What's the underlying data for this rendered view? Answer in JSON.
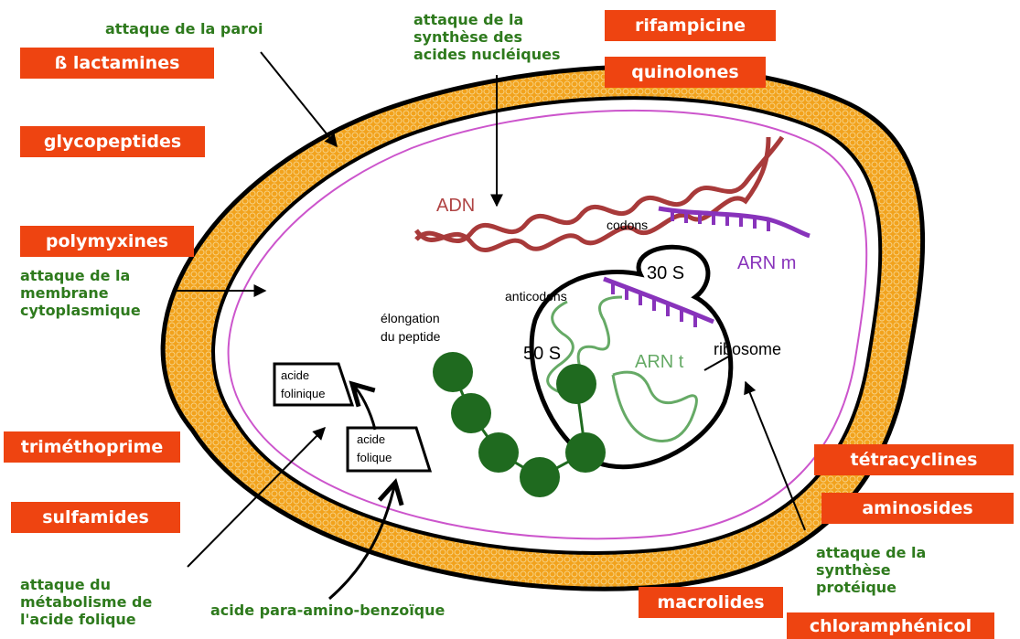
{
  "drug_classes": [
    {
      "key": "b_lactamines",
      "label": "ß lactamines"
    },
    {
      "key": "glycopeptides",
      "label": "glycopeptides"
    },
    {
      "key": "polymyxines",
      "label": "polymyxines"
    },
    {
      "key": "trimethoprime",
      "label": "triméthoprime"
    },
    {
      "key": "sulfamides",
      "label": "sulfamides"
    },
    {
      "key": "rifampicine",
      "label": "rifampicine"
    },
    {
      "key": "quinolones",
      "label": "quinolones"
    },
    {
      "key": "tetracyclines",
      "label": "tétracyclines"
    },
    {
      "key": "aminosides",
      "label": "aminosides"
    },
    {
      "key": "macrolides",
      "label": "macrolides"
    },
    {
      "key": "chloramphenicol",
      "label": "chloramphénicol"
    }
  ],
  "targets": {
    "paroi": "attaque de la paroi",
    "acides_nucleiques": "attaque de la\nsynthèse des\nacides nucléiques",
    "membrane": "attaque de la\nmembrane\ncytoplasmique",
    "metabolisme": "attaque du\nmétabolisme de\nl'acide folique",
    "proteique": "attaque de la\nsynthèse\nprotéique"
  },
  "cell_labels": {
    "adn": "ADN",
    "codons": "codons",
    "arn_m": "ARN m",
    "s30": "30 S",
    "s50": "50 S",
    "anticodons": "anticodons",
    "elongation_1": "élongation",
    "elongation_2": "du peptide",
    "arn_t": "ARN t",
    "ribosome": "ribosome",
    "acide_folinique_1": "acide",
    "acide_folinique_2": "folinique",
    "acide_folique_1": "acide",
    "acide_folique_2": "folique",
    "paba": "acide para-amino-benzoïque"
  },
  "colors": {
    "tag_bg": "#ee4411",
    "caption_text": "#2e7a1d",
    "wall_fill": "#f2a21c",
    "membrane_line": "#cc55cc",
    "dna": "#a83a3a",
    "mrna": "#8833bb",
    "trna": "#66aa66",
    "peptide": "#1f6a1f"
  }
}
